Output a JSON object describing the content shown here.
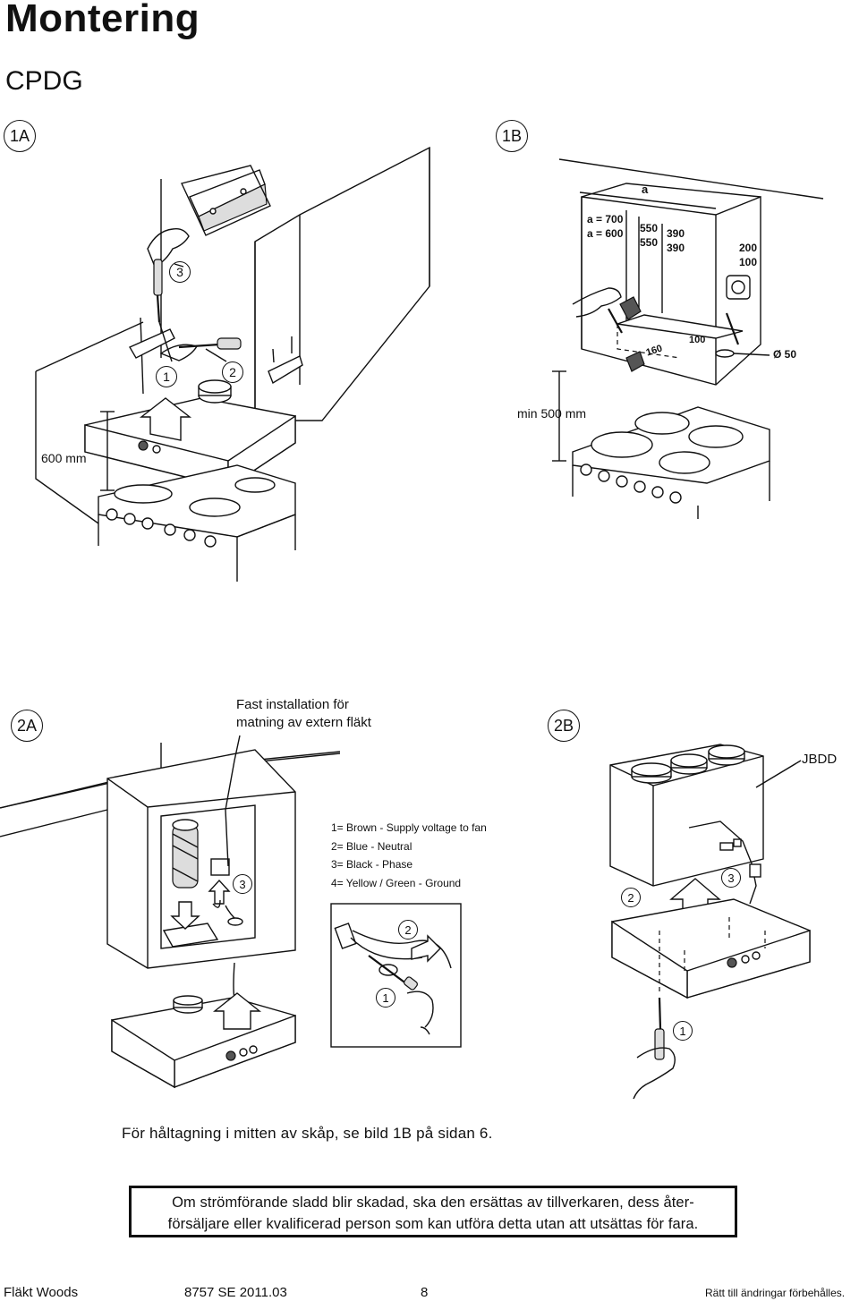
{
  "header": {
    "title": "Montering",
    "model": "CPDG"
  },
  "fig1a": {
    "label": "1A",
    "callouts": [
      "1",
      "2",
      "3"
    ],
    "height_label": "600 mm"
  },
  "fig1b": {
    "label": "1B",
    "dim_a": "a",
    "a700": "a = 700",
    "a600": "a = 600",
    "v550a": "550",
    "v550b": "550",
    "v390a": "390",
    "v390b": "390",
    "v200": "200",
    "v100": "100",
    "v160": "160",
    "v100b": "100",
    "diameter": "Ø 50",
    "min_height": "min 500 mm"
  },
  "fig2a": {
    "label": "2A",
    "caption_line1": "Fast installation för",
    "caption_line2": "matning av extern fläkt",
    "callouts": [
      "3",
      "2",
      "1"
    ],
    "legend": [
      "1= Brown - Supply voltage to fan",
      "2= Blue - Neutral",
      "3= Black - Phase",
      "4= Yellow / Green - Ground"
    ]
  },
  "fig2b": {
    "label": "2B",
    "unit_label": "JBDD",
    "callouts": [
      "2",
      "3",
      "1"
    ]
  },
  "notes": {
    "hole_note": "För håltagning i mitten av skåp, se bild 1B på sidan 6.",
    "warning_line1": "Om strömförande sladd blir skadad, ska den ersättas av tillverkaren, dess åter-",
    "warning_line2": "försäljare eller kvalificerad person som kan utföra detta utan att utsättas för fara."
  },
  "footer": {
    "company": "Fläkt Woods",
    "doc_code": "8757  SE  2011.03",
    "page": "8",
    "rights": "Rätt till ändringar förbehålles."
  }
}
